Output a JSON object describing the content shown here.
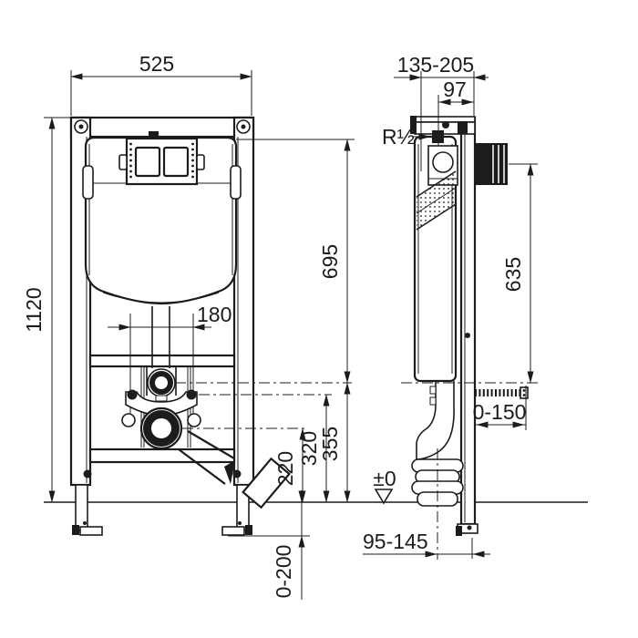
{
  "drawing": {
    "front_view": {
      "dim_frame_width": "525",
      "dim_frame_height": "1120",
      "dim_fixing_bolt_spacing": "180",
      "dim_flush_plate_axis": "695",
      "dim_outlet_bend_axis": "355",
      "dim_fixing_bolt_axis": "320",
      "dim_outlet_center": "220",
      "dim_foot_adjustment": "0-200"
    },
    "side_view": {
      "dim_installation_depth": "135-205",
      "dim_supply_offset": "97",
      "label_supply_thread": "R½",
      "dim_plate_to_outlet": "635",
      "dim_threaded_rod": "0-150",
      "label_finished_floor": "±0",
      "dim_outlet_offset": "95-145"
    }
  }
}
